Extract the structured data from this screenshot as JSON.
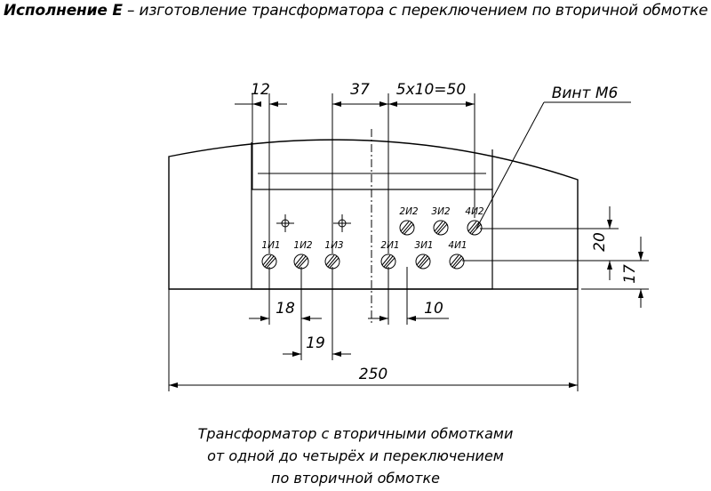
{
  "header": {
    "title_bold": "Исполнение Е",
    "title_rest": " – изготовление трансформатора с переключением по вторичной обмотке"
  },
  "drawing": {
    "dimensions": {
      "d12": "12",
      "d37": "37",
      "d5x10": "5х10=50",
      "d18": "18",
      "d19": "19",
      "d10": "10",
      "d250": "250",
      "d20": "20",
      "d17": "17"
    },
    "screw_label": "Винт М6",
    "terminals_upper": [
      "2И2",
      "3И2",
      "4И2"
    ],
    "terminals_lower": [
      "1И1",
      "1И2",
      "1И3",
      "2И1",
      "3И1",
      "4И1"
    ]
  },
  "caption": {
    "line1": "Трансформатор с вторичными обмотками",
    "line2": "от одной до четырёх и переключением",
    "line3": "по вторичной обмотке"
  }
}
